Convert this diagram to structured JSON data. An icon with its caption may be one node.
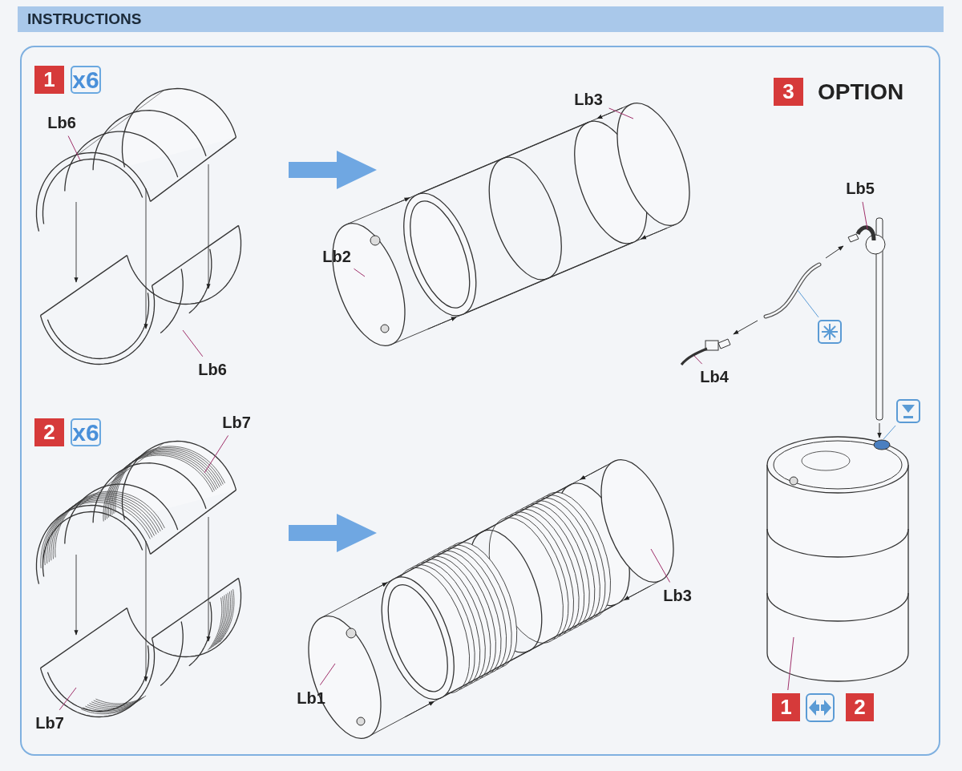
{
  "diagram": {
    "title": "INSTRUCTIONS",
    "nodes": [
      {
        "text": [
          "Lb6"
        ]
      },
      {
        "text": [
          "Lb6"
        ]
      },
      {
        "text": [
          "Lb2"
        ]
      },
      {
        "text": [
          "Lb3"
        ]
      },
      {
        "text": [
          "Lb7"
        ]
      },
      {
        "text": [
          "Lb7"
        ]
      },
      {
        "text": [
          "Lb1"
        ]
      },
      {
        "text": [
          "Lb3"
        ]
      },
      {
        "text": [
          "Lb5"
        ]
      },
      {
        "text": [
          "Lb4"
        ]
      },
      {
        "text": [],
        "shape": "picture"
      },
      {
        "text": [],
        "shape": "picture"
      },
      {
        "text": [
          "1"
        ]
      },
      {
        "text": [
          "1"
        ]
      },
      {
        "text": [
          "3"
        ]
      },
      {
        "text": [
          "2"
        ]
      },
      {
        "text": [
          "2"
        ]
      }
    ],
    "edges": [
      {
        "from": 0,
        "to": null,
        "arrow": "none"
      },
      {
        "from": 1,
        "to": null,
        "arrow": "none"
      },
      {
        "from": 2,
        "to": null,
        "arrow": "none"
      },
      {
        "from": 3,
        "to": null,
        "arrow": "none"
      },
      {
        "from": 4,
        "to": null,
        "arrow": "none"
      },
      {
        "from": 5,
        "to": null,
        "arrow": "none"
      },
      {
        "from": 6,
        "to": null,
        "arrow": "none"
      },
      {
        "from": 7,
        "to": null,
        "arrow": "none"
      },
      {
        "from": 8,
        "to": null,
        "arrow": "none"
      },
      {
        "from": 9,
        "to": null,
        "arrow": "none"
      },
      {
        "from": 10,
        "to": null,
        "arrow": "none",
        "color": "#5b9bd5"
      },
      {
        "from": 11,
        "to": null,
        "arrow": "none",
        "color": "#5b9bd5"
      },
      {
        "from": 12,
        "to": null,
        "arrow": "none"
      }
    ],
    "labels": [
      "x6",
      "OPTION",
      "x6"
    ]
  }
}
